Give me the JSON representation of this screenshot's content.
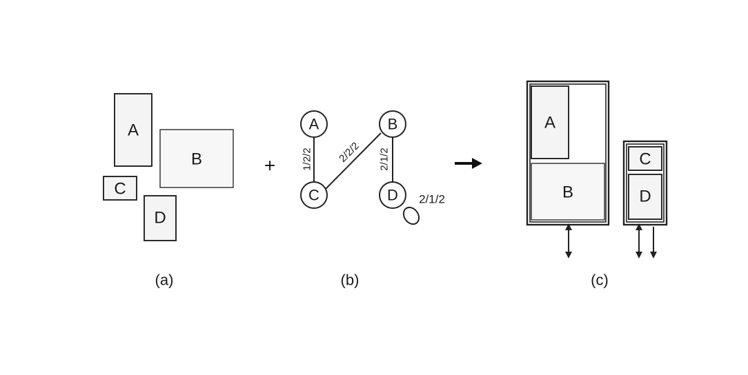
{
  "panel_a": {
    "boxes": {
      "a": "A",
      "b": "B",
      "c": "C",
      "d": "D"
    },
    "caption": "(a)"
  },
  "plus_sign": "+",
  "panel_b": {
    "nodes": {
      "a": "A",
      "b": "B",
      "c": "C",
      "d": "D"
    },
    "edge_weights": {
      "a_c": "1/2/2",
      "c_b": "2/2/2",
      "b_d": "2/1/2",
      "d_self": "2/1/2"
    },
    "caption": "(b)"
  },
  "arrow": "→",
  "panel_c": {
    "group1": {
      "a": "A",
      "b": "B"
    },
    "group2": {
      "c": "C",
      "d": "D"
    },
    "caption": "(c)"
  }
}
